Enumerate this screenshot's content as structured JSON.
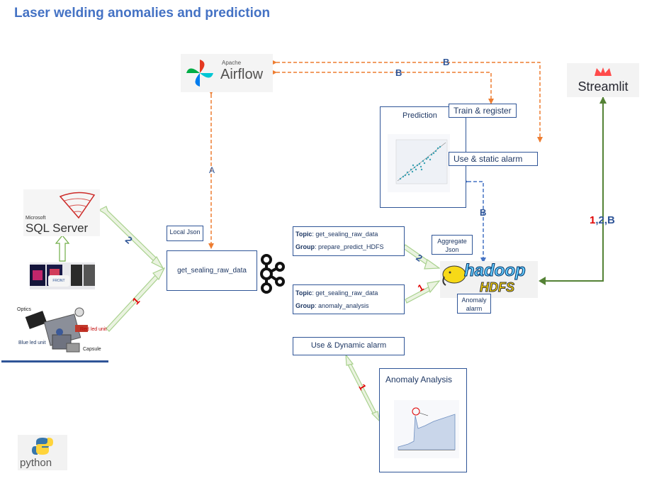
{
  "title": "Laser welding anomalies and prediction",
  "logos": {
    "airflow_small": "Apache",
    "airflow_big": "Airflow",
    "streamlit": "Streamlit",
    "sql_small": "Microsoft",
    "sql_big": "SQL Server",
    "hadoop": "hadoop",
    "hdfs": "HDFS",
    "python": "python"
  },
  "nodes": {
    "local_json": "Local Json",
    "kafka_source": "get_sealing_raw_data",
    "prediction": "Prediction",
    "train_register": "Train & register",
    "use_static_alarm": "Use & static alarm",
    "aggregate_json": "Aggregate Json",
    "anomaly_alarm": "Anomaly alarm",
    "use_dynamic_alarm": "Use & Dynamic alarm",
    "anomaly_analysis": "Anomaly Analysis"
  },
  "topics": [
    {
      "topic_key": "Topic",
      "topic_val": ": get_sealing_raw_data",
      "group_key": "Group",
      "group_val": ": prepare_predict_HDFS"
    },
    {
      "topic_key": "Topic",
      "topic_val": ": get_sealing_raw_data",
      "group_key": "Group",
      "group_val": ": anomaly_analysis"
    }
  ],
  "sensor_labels": {
    "optics": "Optics",
    "red_led": "Red led unit",
    "blue_led": "Blue led unit",
    "capsule": "Capsule",
    "device": "FRONT"
  },
  "edge_labels": {
    "a": "A",
    "b_top": "B",
    "b_mid": "B",
    "b_pred": "B",
    "streamlit_main": "1",
    "streamlit_rest": ",2,B",
    "sql_arrow": "2",
    "sensor_arrow": "1",
    "topic1_arrow": "2",
    "topic2_arrow": "1",
    "dyn_arrow": "1"
  },
  "colors": {
    "title": "#4472c4",
    "orange": "#ed7d31",
    "blue": "#2f5597",
    "green": "#548235",
    "red": "#e00000"
  }
}
